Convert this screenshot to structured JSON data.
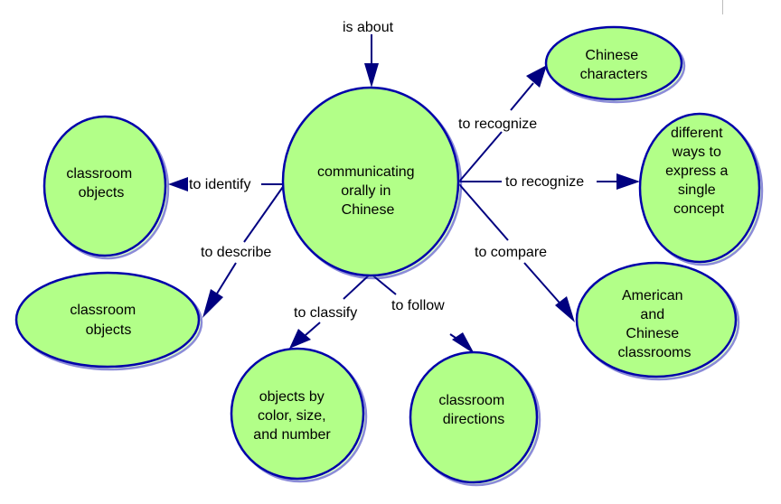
{
  "diagram": {
    "type": "concept-map",
    "colors": {
      "node_fill": "#b2ff88",
      "node_stroke": "#0000aa",
      "edge": "#000080"
    },
    "top_label": "is about",
    "center": {
      "lines": [
        "communicating",
        "orally in",
        "Chinese"
      ]
    },
    "nodes": [
      {
        "id": "classroom-objects-1",
        "lines": [
          "classroom",
          "objects"
        ]
      },
      {
        "id": "classroom-objects-2",
        "lines": [
          "classroom",
          "objects"
        ]
      },
      {
        "id": "objects-by-color",
        "lines": [
          "objects by",
          "color, size,",
          "and number"
        ]
      },
      {
        "id": "classroom-directions",
        "lines": [
          "classroom",
          "directions"
        ]
      },
      {
        "id": "american-chinese-classrooms",
        "lines": [
          "American",
          "and",
          "Chinese",
          "classrooms"
        ]
      },
      {
        "id": "different-ways",
        "lines": [
          "different",
          "ways to",
          "express a",
          "single",
          "concept"
        ]
      },
      {
        "id": "chinese-characters",
        "lines": [
          "Chinese",
          "characters"
        ]
      }
    ],
    "links": [
      {
        "label": "to identify",
        "target": "classroom-objects-1"
      },
      {
        "label": "to describe",
        "target": "classroom-objects-2"
      },
      {
        "label": "to classify",
        "target": "objects-by-color"
      },
      {
        "label": "to follow",
        "target": "classroom-directions"
      },
      {
        "label": "to compare",
        "target": "american-chinese-classrooms"
      },
      {
        "label": "to recognize",
        "target": "different-ways"
      },
      {
        "label": "to recognize",
        "target": "chinese-characters"
      }
    ]
  }
}
